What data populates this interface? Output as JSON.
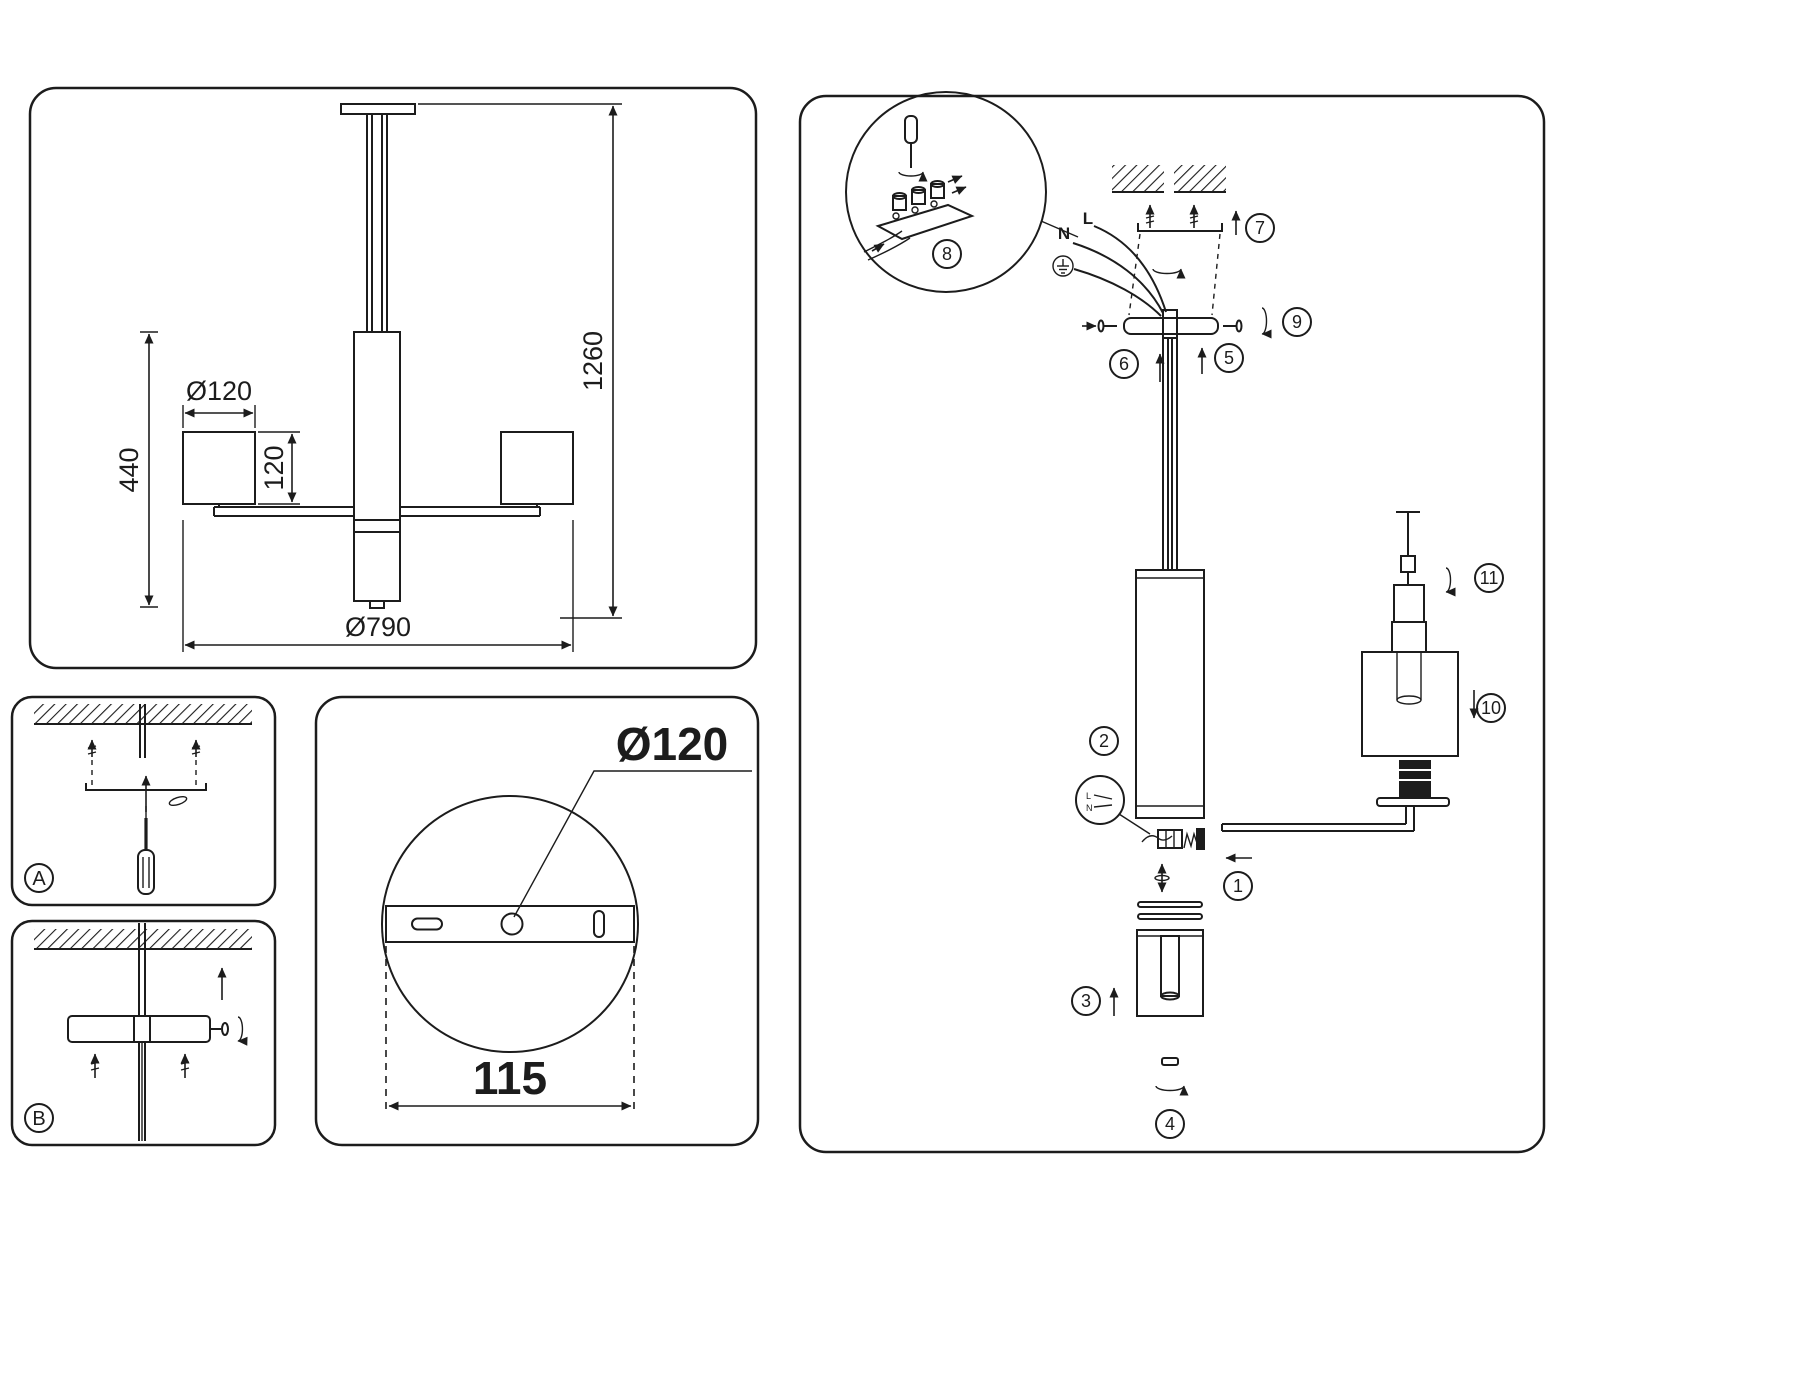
{
  "colors": {
    "ink": "#1c1c1c",
    "background": "#ffffff"
  },
  "overview": {
    "shade_diameter": "Ø120",
    "stem_height": "440",
    "shade_height": "120",
    "overall_height": "1260",
    "overall_diameter": "Ø790"
  },
  "mount_steps": {
    "step_a": "A",
    "step_b": "B"
  },
  "bracket_plate": {
    "diameter": "Ø120",
    "hole_spacing": "115"
  },
  "assembly": {
    "wire_live": "L",
    "wire_neutral": "N",
    "inset_live": "L",
    "inset_neutral": "N",
    "steps": [
      "1",
      "2",
      "3",
      "4",
      "5",
      "6",
      "7",
      "8",
      "9",
      "10",
      "11"
    ]
  }
}
